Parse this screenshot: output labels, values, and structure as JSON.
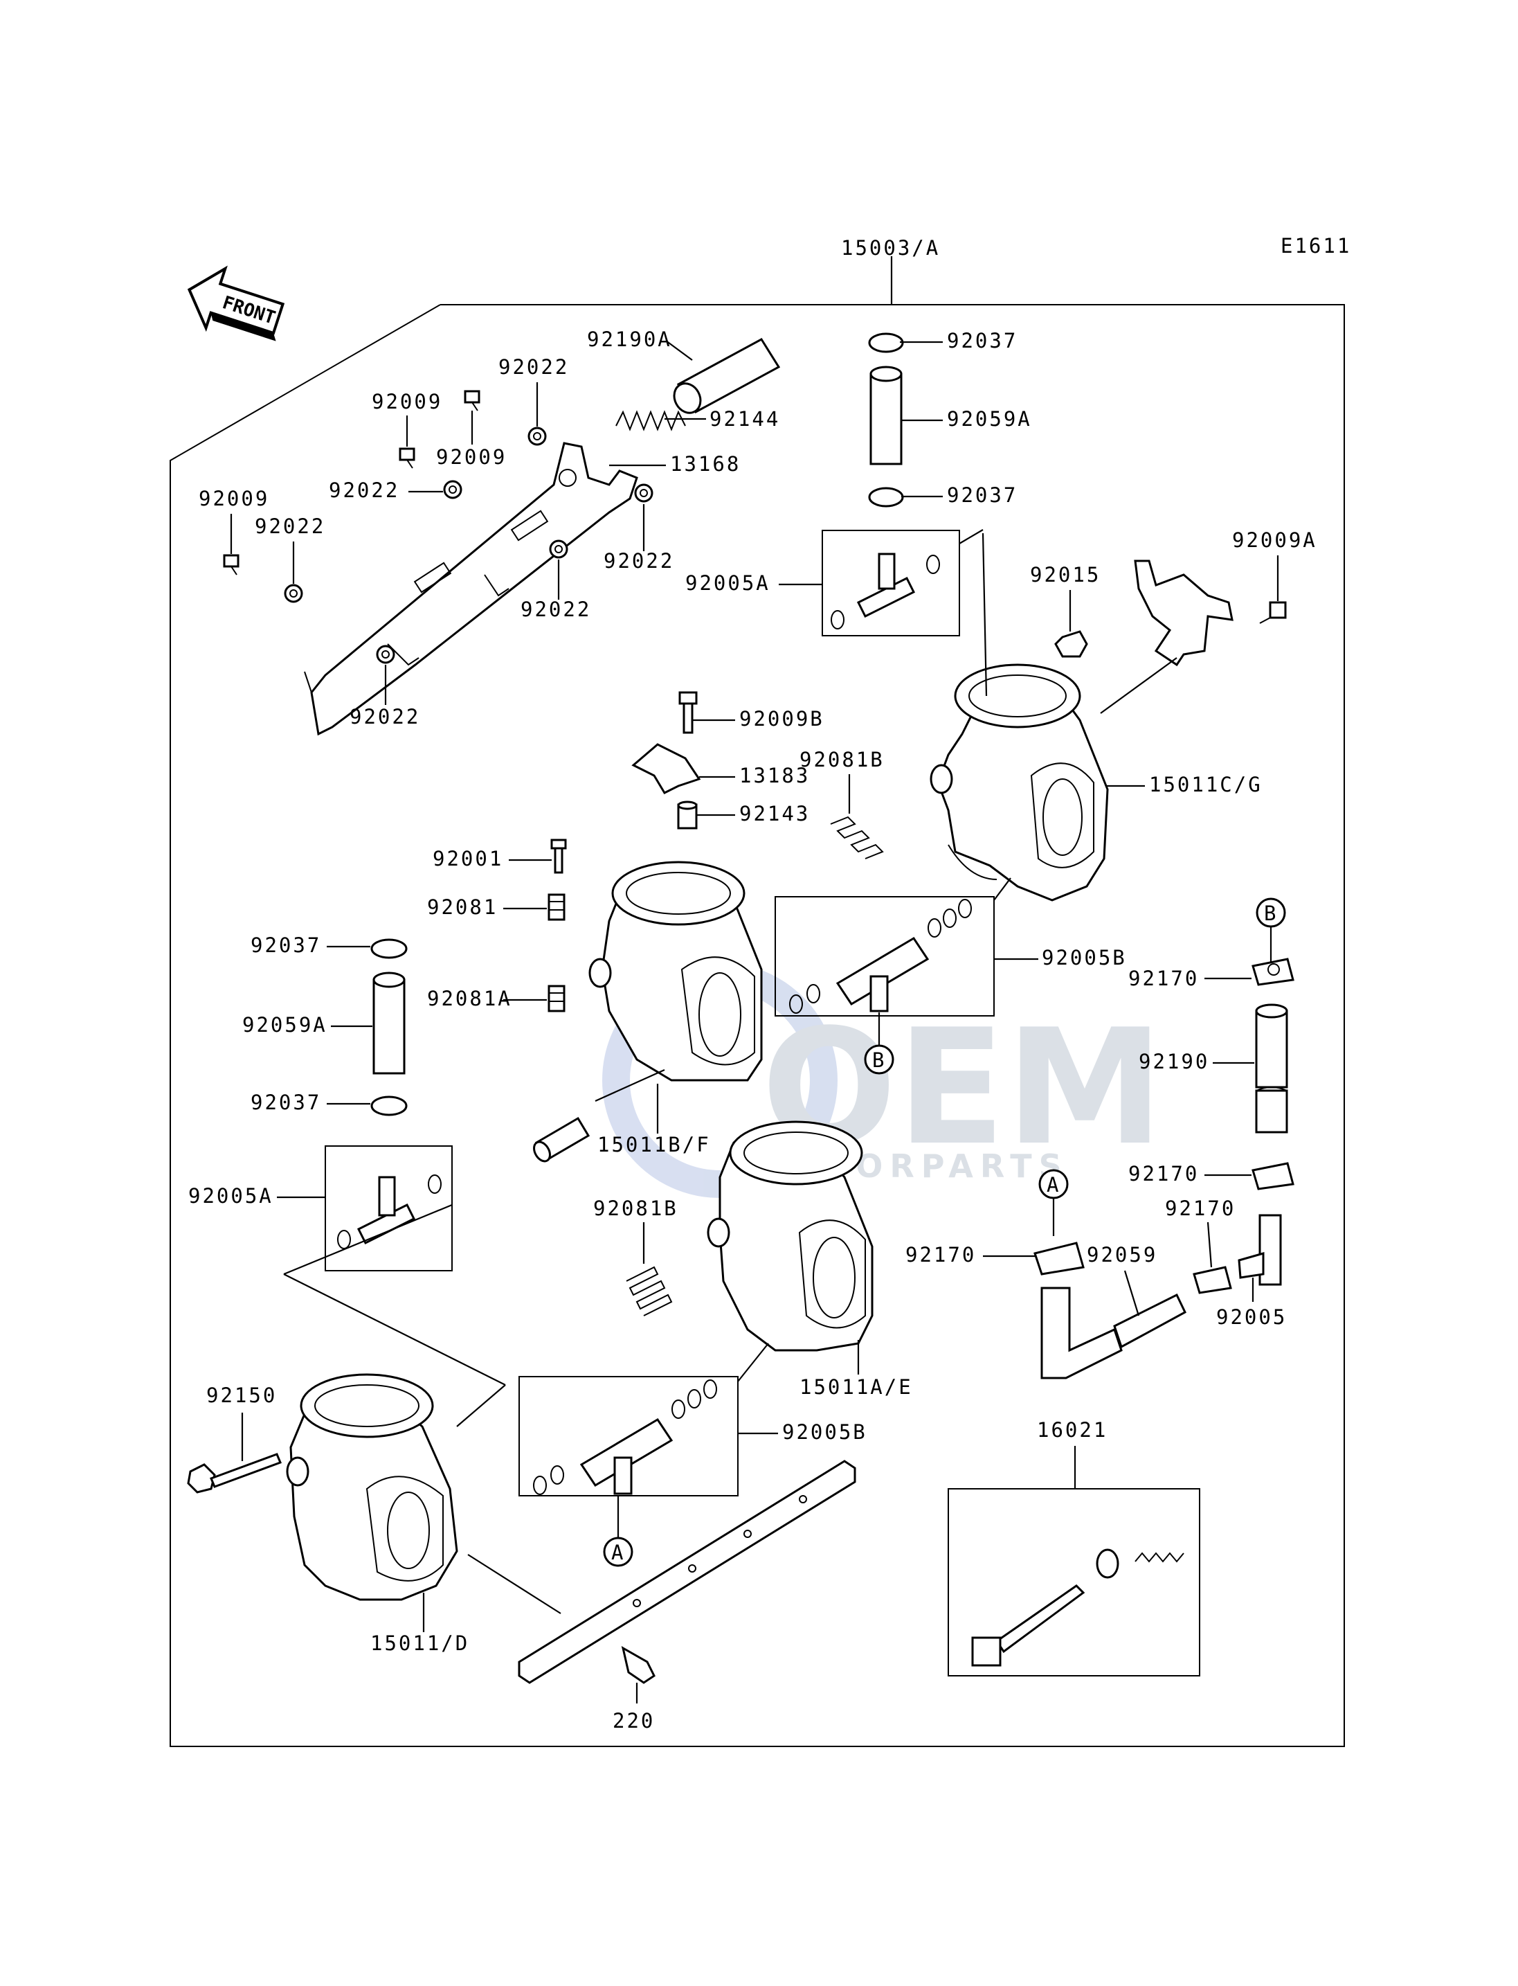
{
  "diagram_code": "E1611",
  "front_label": "FRONT",
  "assembly_label": "15003/A",
  "watermark": {
    "main": "OEM",
    "sub": "MOTORPARTS"
  },
  "labels": {
    "l_92190A": "92190A",
    "l_92144": "92144",
    "l_92037_a": "92037",
    "l_92059A_a": "92059A",
    "l_92037_b": "92037",
    "l_92009_a": "92009",
    "l_92009_b": "92009",
    "l_92022_a": "92022",
    "l_13168": "13168",
    "l_92022_b": "92022",
    "l_92009_c": "92009",
    "l_92022_c": "92022",
    "l_92022_d": "92022",
    "l_92022_e": "92022",
    "l_92022_f": "92022",
    "l_92005A_a": "92005A",
    "l_92015": "92015",
    "l_92009A": "92009A",
    "l_92009B": "92009B",
    "l_13183": "13183",
    "l_92081B_a": "92081B",
    "l_92143": "92143",
    "l_15011CG": "15011C/G",
    "l_92001": "92001",
    "l_92081": "92081",
    "l_92037_c": "92037",
    "l_92081A": "92081A",
    "l_92005B_a": "92005B",
    "l_92170_a": "92170",
    "l_92059A_b": "92059A",
    "l_92190": "92190",
    "l_92037_d": "92037",
    "l_15011BF": "15011B/F",
    "l_92005A_b": "92005A",
    "l_92081B_b": "92081B",
    "l_92170_b": "92170",
    "l_92170_c": "92170",
    "l_92170_d": "92170",
    "l_92059": "92059",
    "l_92005": "92005",
    "l_15011AE": "15011A/E",
    "l_92150": "92150",
    "l_92005B_b": "92005B",
    "l_16021": "16021",
    "l_15011D": "15011/D",
    "l_220": "220"
  },
  "callouts": {
    "A": "A",
    "B": "B"
  }
}
